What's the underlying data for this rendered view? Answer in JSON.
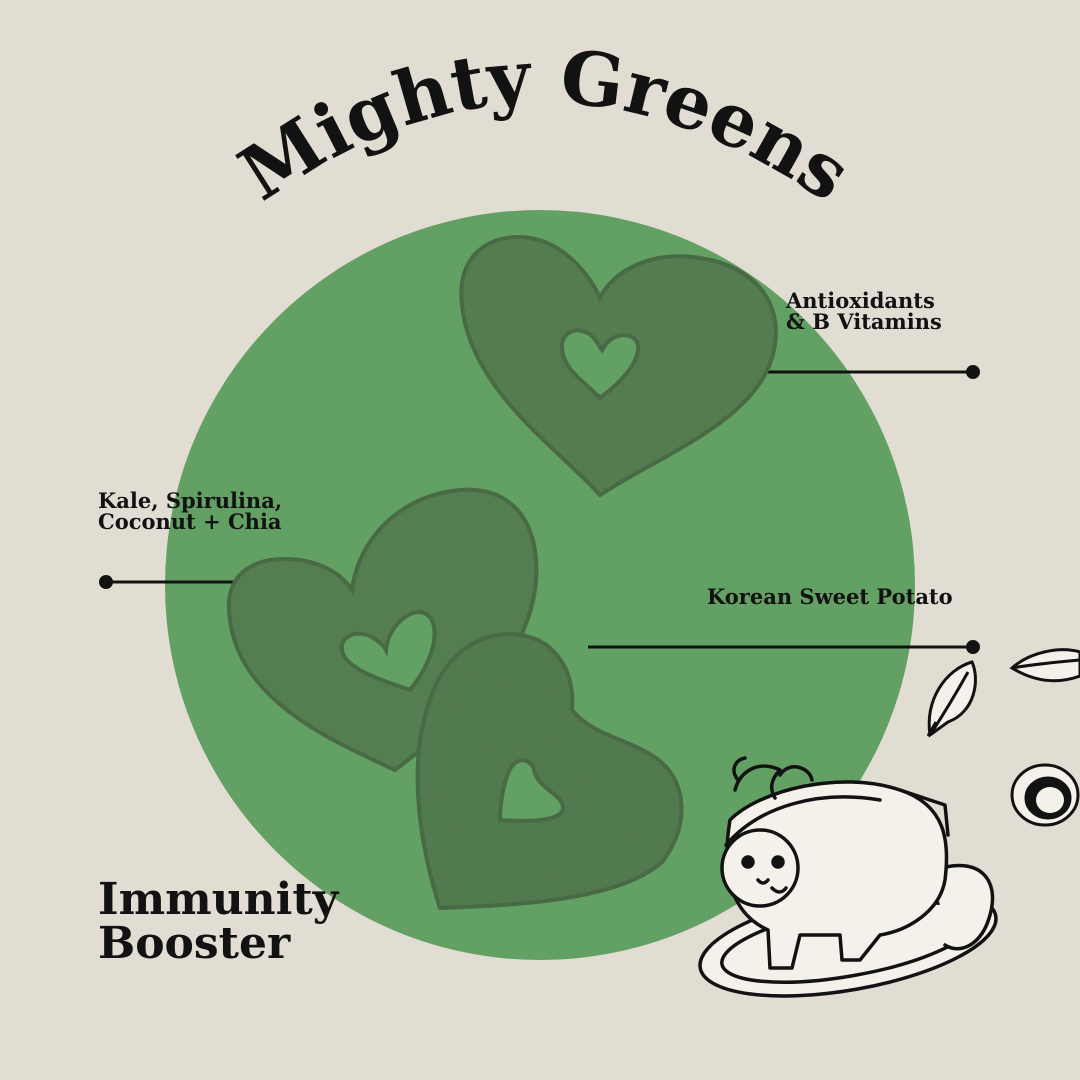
{
  "title": "Mighty Greens",
  "callouts": {
    "antioxidants": [
      "Antioxidants",
      "& B Vitamins"
    ],
    "ingredients": [
      "Kale, Spirulina,",
      "Coconut + Chia"
    ],
    "sweet_potato": "Korean Sweet Potato"
  },
  "tagline": [
    "Immunity",
    "Booster"
  ],
  "colors": {
    "background": "#e2ddd3",
    "circle": "#63a063",
    "treat": "#4f7a4a",
    "ink": "#121212"
  }
}
